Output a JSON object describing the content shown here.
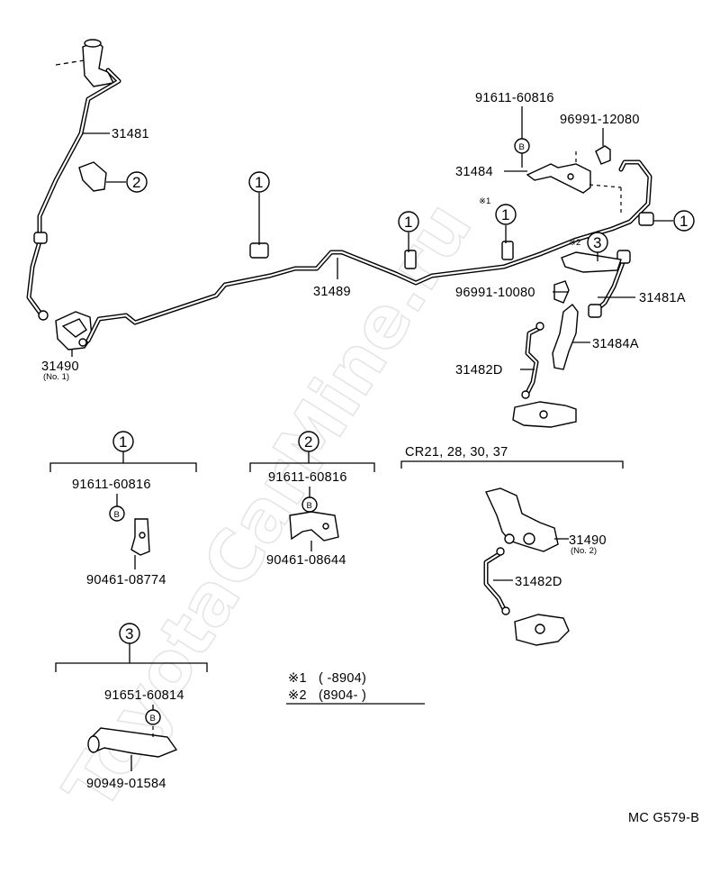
{
  "watermark": "ToyotaCarMine.ru",
  "labels": {
    "p31481": "31481",
    "p31489": "31489",
    "p31490_1": "31490",
    "p31490_1_note": "(No. 1)",
    "p91611_top": "91611-60816",
    "p96991_12080": "96991-12080",
    "p31484": "31484",
    "star1_mark": "※1",
    "star2_mark": "※2",
    "p96991_10080": "96991-10080",
    "p31481A": "31481A",
    "p31484A": "31484A",
    "p31482D_top": "31482D",
    "bolt_mark": "B"
  },
  "callouts": {
    "one": "1",
    "two": "2",
    "three": "3"
  },
  "detail1": {
    "num": "1",
    "bolt": "91611-60816",
    "clamp": "90461-08774"
  },
  "detail2": {
    "num": "2",
    "bolt": "91611-60816",
    "clamp": "90461-08644"
  },
  "detail3": {
    "num": "3",
    "bolt": "91651-60814",
    "clamp": "90949-01584"
  },
  "cr": {
    "heading": "CR21, 28, 30, 37",
    "valve": "31490",
    "valve_note": "(No. 2)",
    "pipe": "31482D"
  },
  "legend": {
    "row1_mark": "※1",
    "row1_range": "(        -8904)",
    "row2_mark": "※2",
    "row2_range": "(8904-        )"
  },
  "figure_code": "MC G579-B"
}
